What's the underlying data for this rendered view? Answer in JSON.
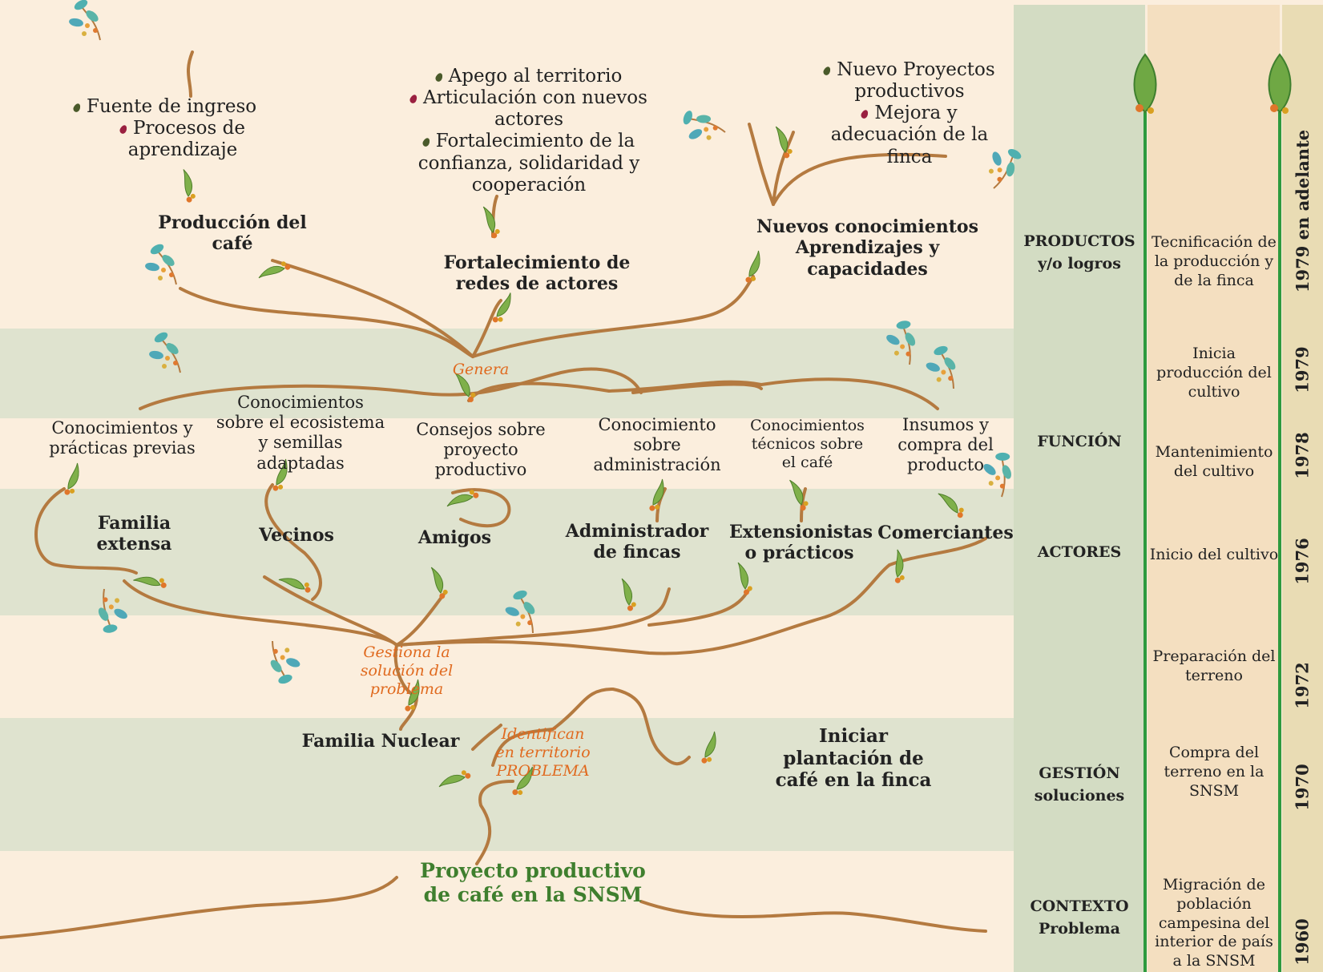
{
  "colors": {
    "stem": "#b47a40",
    "leaf": "#7fb04a",
    "timeline": "#2e9a3e",
    "orange_text": "#e06a1f",
    "title_green": "#3f7f2e",
    "bullet_green": "#4a5a2a",
    "bullet_pink": "#9a2040"
  },
  "top_left": {
    "bullets": [
      "Fuente de ingreso",
      "Procesos de aprendizaje"
    ]
  },
  "top_mid": {
    "bullets": [
      "Apego al territorio",
      "Articulación con nuevos actores",
      "Fortalecimiento de la confianza, solidaridad y cooperación"
    ]
  },
  "top_right": {
    "bullets": [
      "Nuevo Proyectos productivos",
      "Mejora y adecuación de la finca"
    ]
  },
  "products": {
    "p1": "Producción del café",
    "p2": "Fortalecimiento de redes de actores",
    "p3": "Nuevos conocimientos Aprendizajes y capacidades"
  },
  "verbs": {
    "genera": "Genera",
    "gestiona": "Gestiona  la solución del problema",
    "identifican": "Identifican en territorio PROBLEMA"
  },
  "functions": [
    "Conocimientos y prácticas previas",
    "Conocimientos sobre el ecosistema y semillas adaptadas",
    "Consejos sobre proyecto productivo",
    "Conocimiento sobre administración",
    "Conocimientos técnicos sobre el café",
    "Insumos y compra del producto"
  ],
  "actors": [
    "Familia extensa",
    "Vecinos",
    "Amigos",
    "Administrador de fincas",
    "Extensionistas o prácticos",
    "Comerciantes"
  ],
  "nuclear": "Familia Nuclear",
  "iniciar": "Iniciar plantación de café en la finca",
  "project": "Proyecto productivo de café en la SNSM",
  "categories": {
    "productos": "PRODUCTOS y/o logros",
    "funcion": "FUNCIÓN",
    "actores": "ACTORES",
    "gestion": "GESTIÓN soluciones",
    "contexto": "CONTEXTO Problema"
  },
  "descriptions": [
    "Tecnificación de la producción y de la finca",
    "Inicia producción del cultivo",
    "Mantenimiento del cultivo",
    "Inicio del cultivo",
    "Preparación del terreno",
    "Compra del terreno en la SNSM",
    "Migración de población campesina del interior de país a la SNSM"
  ],
  "years": [
    "1979 en adelante",
    "1979",
    "1978",
    "1976",
    "1972",
    "1970",
    "1960"
  ]
}
